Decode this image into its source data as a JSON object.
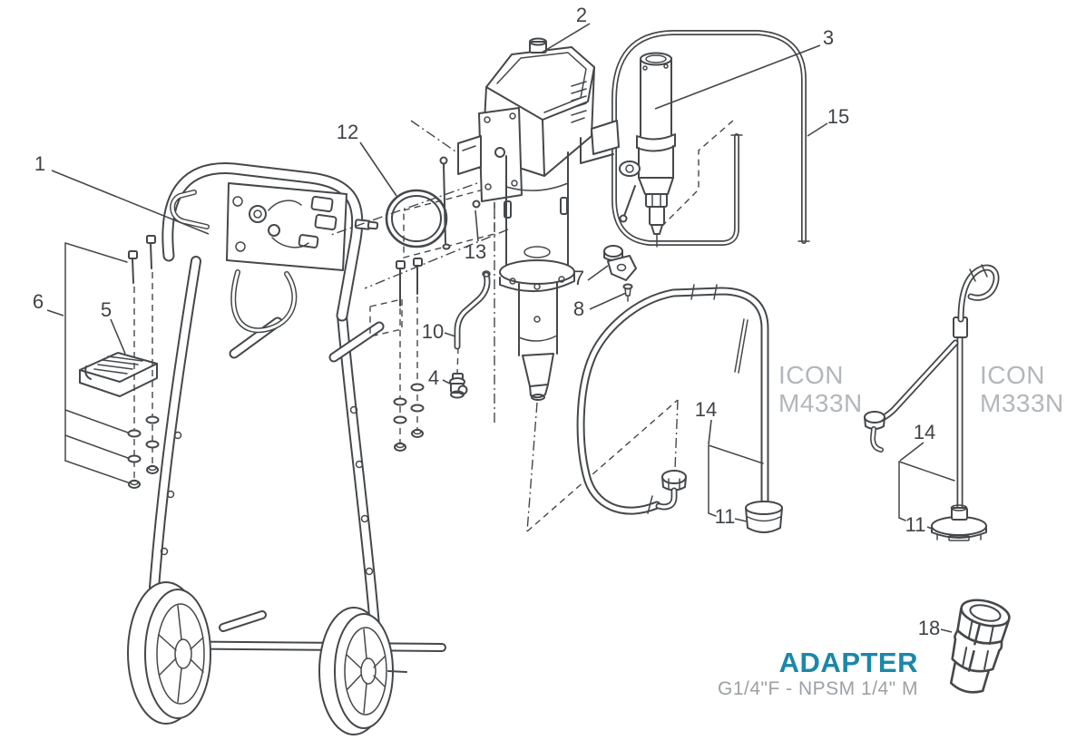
{
  "figure": {
    "kind": "exploded-parts-diagram",
    "subject": "pneumatic piston pump with cart, siphon kits and adapter"
  },
  "palette": {
    "line": "#45484b",
    "label": "#3f4347",
    "muted_label": "#b3b7bb",
    "accent": "#1b87a9",
    "spec_gray": "#9ba1a5",
    "background": "#ffffff"
  },
  "callouts": {
    "n1": "1",
    "n2": "2",
    "n3": "3",
    "n4": "4",
    "n5": "5",
    "n6": "6",
    "n7": "7",
    "n8": "8",
    "n10": "10",
    "n11": "11",
    "n12": "12",
    "n13": "13",
    "n14": "14",
    "n15": "15",
    "n18": "18"
  },
  "models": {
    "m433n": {
      "brand": "ICON",
      "model": "M433N"
    },
    "m333n": {
      "brand": "ICON",
      "model": "M333N"
    }
  },
  "adapter": {
    "title": "ADAPTER",
    "spec": "G1/4\"F - NPSM 1/4\" M"
  }
}
